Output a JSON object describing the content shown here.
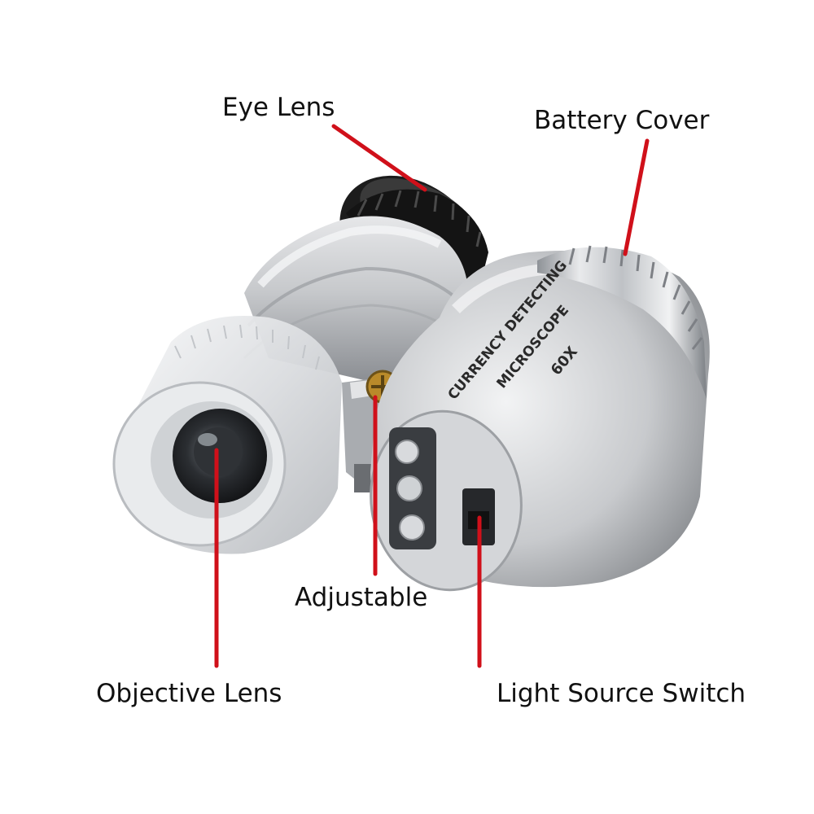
{
  "labels": {
    "eye_lens": "Eye Lens",
    "battery_cover": "Battery Cover",
    "adjustable": "Adjustable",
    "objective_lens": "Objective Lens",
    "light_source_switch": "Light Source Switch"
  },
  "device_text": {
    "line1": "CURRENCY DETECTING",
    "line2": "MICROSCOPE",
    "line3": "60X"
  },
  "colors": {
    "leader_line": "#d0101a",
    "label_text": "#111111",
    "silver": "#c9cbce",
    "dark_lens": "#1a1a1a"
  }
}
